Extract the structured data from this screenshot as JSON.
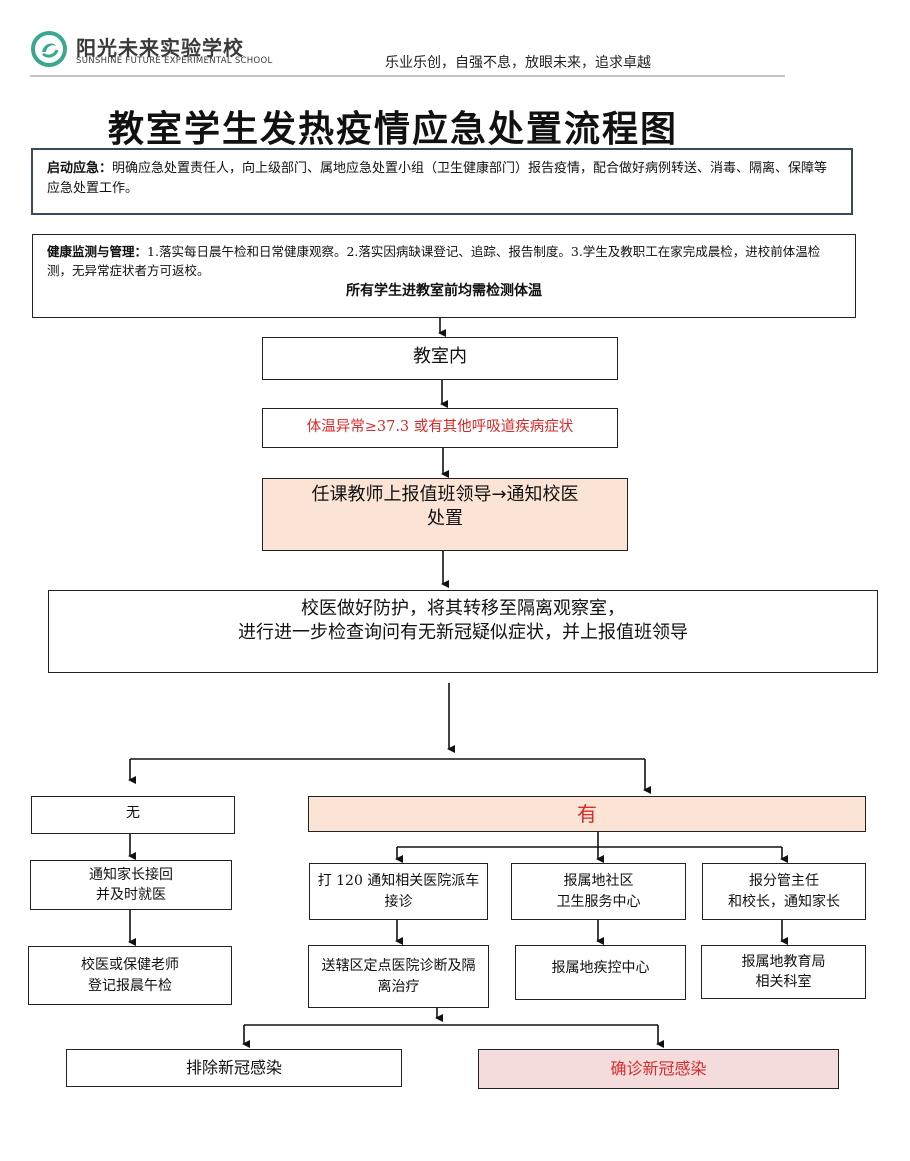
{
  "header": {
    "school_name": "阳光未来实验学校",
    "school_name_en": "SUNSHINE FUTURE EXPERIMENTAL SCHOOL",
    "slogan": "乐业乐创，自强不息，放眼未来，追求卓越",
    "logo_icon": "school-logo-icon"
  },
  "title": "教室学生发热疫情应急处置流程图",
  "launch": {
    "label": "启动应急：",
    "text": "明确应急处置责任人，向上级部门、属地应急处置小组（卫生健康部门）报告疫情，配合做好病例转送、消毒、隔离、保障等应急处置工作。"
  },
  "monitor": {
    "label": "健康监测与管理：",
    "text": "1.落实每日晨午检和日常健康观察。2.落实因病缺课登记、追踪、报告制度。3.学生及教职工在家完成晨检，进校前体温检测，无异常症状者方可返校。",
    "footer": "所有学生进教室前均需检测体温"
  },
  "steps": {
    "classroom": "教室内",
    "abnormal": "体温异常≥37.3 或有其他呼吸道疾病症状",
    "report_line1": "任课教师上报值班领导→通知校医",
    "report_line2": "处置",
    "doctor_line1": "校医做好防护，将其转移至隔离观察室，",
    "doctor_line2": "进行进一步检查询问有无新冠疑似症状，并上报值班领导"
  },
  "no_branch": {
    "label": "无",
    "step1_line1": "通知家长接回",
    "step1_line2": "并及时就医",
    "step2_line1": "校医或保健老师",
    "step2_line2": "登记报晨午检"
  },
  "yes_branch": {
    "label": "有",
    "hospital_line1": "打 120 通知相关医院派车",
    "hospital_line2": "接诊",
    "community_line1": "报属地社区",
    "community_line2": "卫生服务中心",
    "principal_line1": "报分管主任",
    "principal_line2": "和校长，通知家长",
    "designated_line1": "送辖区定点医院诊断及隔",
    "designated_line2": "离治疗",
    "cdc": "报属地疾控中心",
    "edu_line1": "报属地教育局",
    "edu_line2": "相关科室"
  },
  "outcomes": {
    "excluded": "排除新冠感染",
    "confirmed": "确诊新冠感染"
  },
  "colors": {
    "accent_red": "#d62b2b",
    "peach_fill": "#fbe4d5",
    "pink_fill": "#f4dcdc",
    "launch_border": "#3a4a5a",
    "logo_green": "#3aa890"
  }
}
